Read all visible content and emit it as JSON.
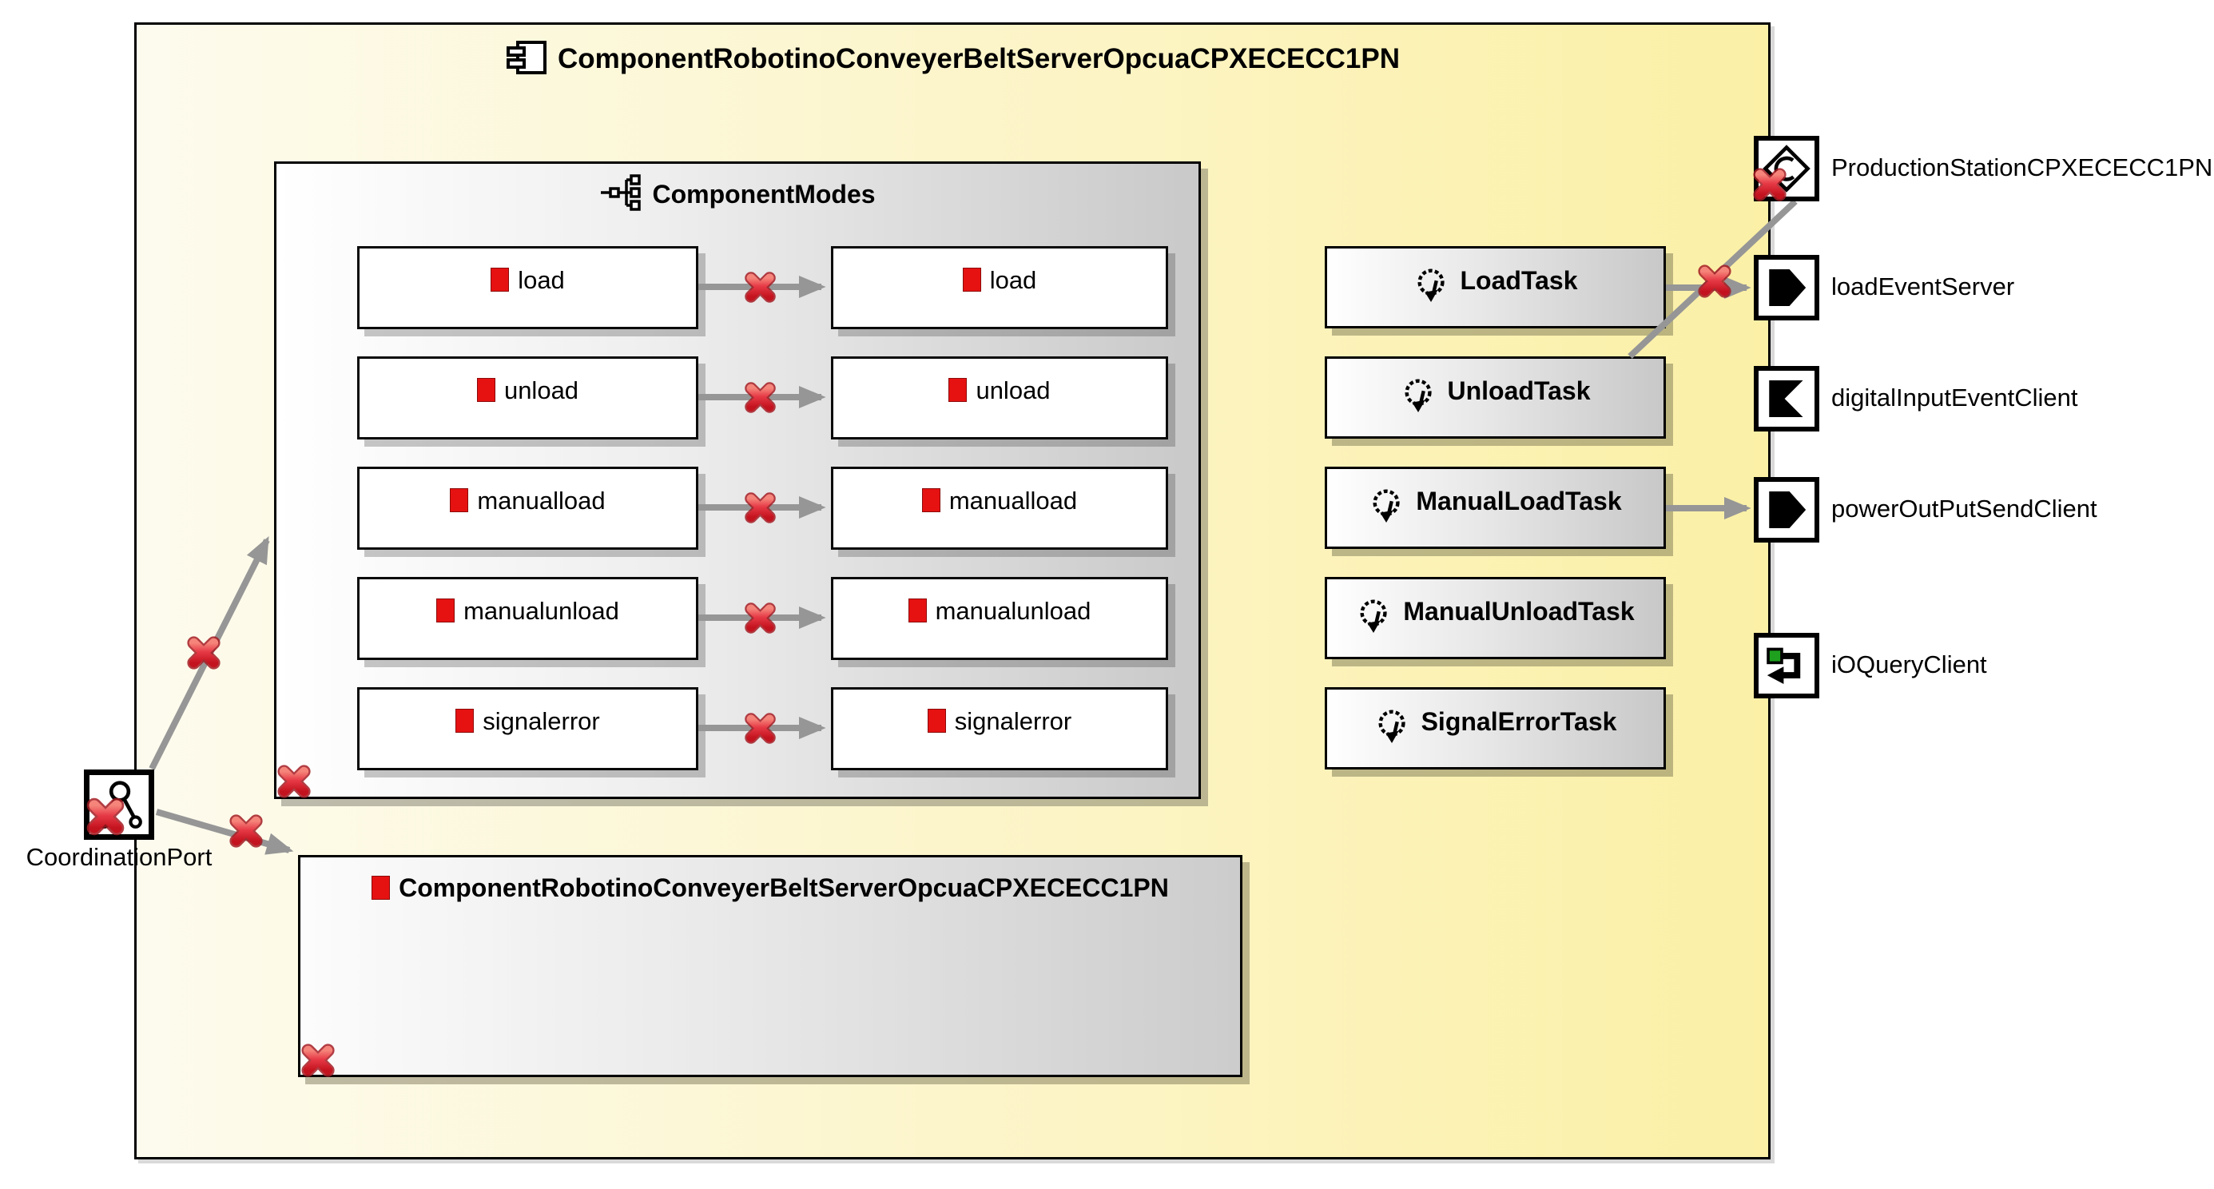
{
  "component": {
    "title": "ComponentRobotinoConveyerBeltServerOpcuaCPXECECC1PN"
  },
  "modes_group": {
    "title": "ComponentModes",
    "rows": [
      {
        "left": "load",
        "right": "load"
      },
      {
        "left": "unload",
        "right": "unload"
      },
      {
        "left": "manualload",
        "right": "manualload"
      },
      {
        "left": "manualunload",
        "right": "manualunload"
      },
      {
        "left": "signalerror",
        "right": "signalerror"
      }
    ]
  },
  "tasks": [
    {
      "label": "LoadTask"
    },
    {
      "label": "UnloadTask"
    },
    {
      "label": "ManualLoadTask"
    },
    {
      "label": "ManualUnloadTask"
    },
    {
      "label": "SignalErrorTask"
    }
  ],
  "inner_component": {
    "title": "ComponentRobotinoConveyerBeltServerOpcuaCPXECECC1PN"
  },
  "coordination_port": {
    "label": "CoordinationPort"
  },
  "external_ports": [
    {
      "label": "ProductionStationCPXECECC1PN"
    },
    {
      "label": "loadEventServer"
    },
    {
      "label": "digitalInputEventClient"
    },
    {
      "label": "powerOutPutSendClient"
    },
    {
      "label": "iOQueryClient"
    }
  ],
  "colors": {
    "component_fill": "#fbf0a6",
    "gray_fill": "#c9c9c9",
    "arrow_gray": "#969696",
    "error_red": "#d61f2c",
    "bullet_red": "#e61212"
  }
}
